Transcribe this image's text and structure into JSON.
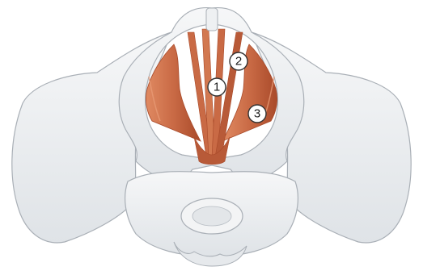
{
  "figure": {
    "callouts": [
      {
        "id": "c1",
        "label": "1"
      },
      {
        "id": "c2",
        "label": "2"
      },
      {
        "id": "c3",
        "label": "3"
      }
    ]
  },
  "colors": {
    "bone_fill": "#eef0f2",
    "bone_shadow": "#c9ced3",
    "bone_outline": "#a9afb6",
    "muscle_fill": "#c96a45",
    "muscle_dark": "#a94a2a",
    "muscle_light": "#e79a76",
    "callout_stroke": "#333333"
  }
}
